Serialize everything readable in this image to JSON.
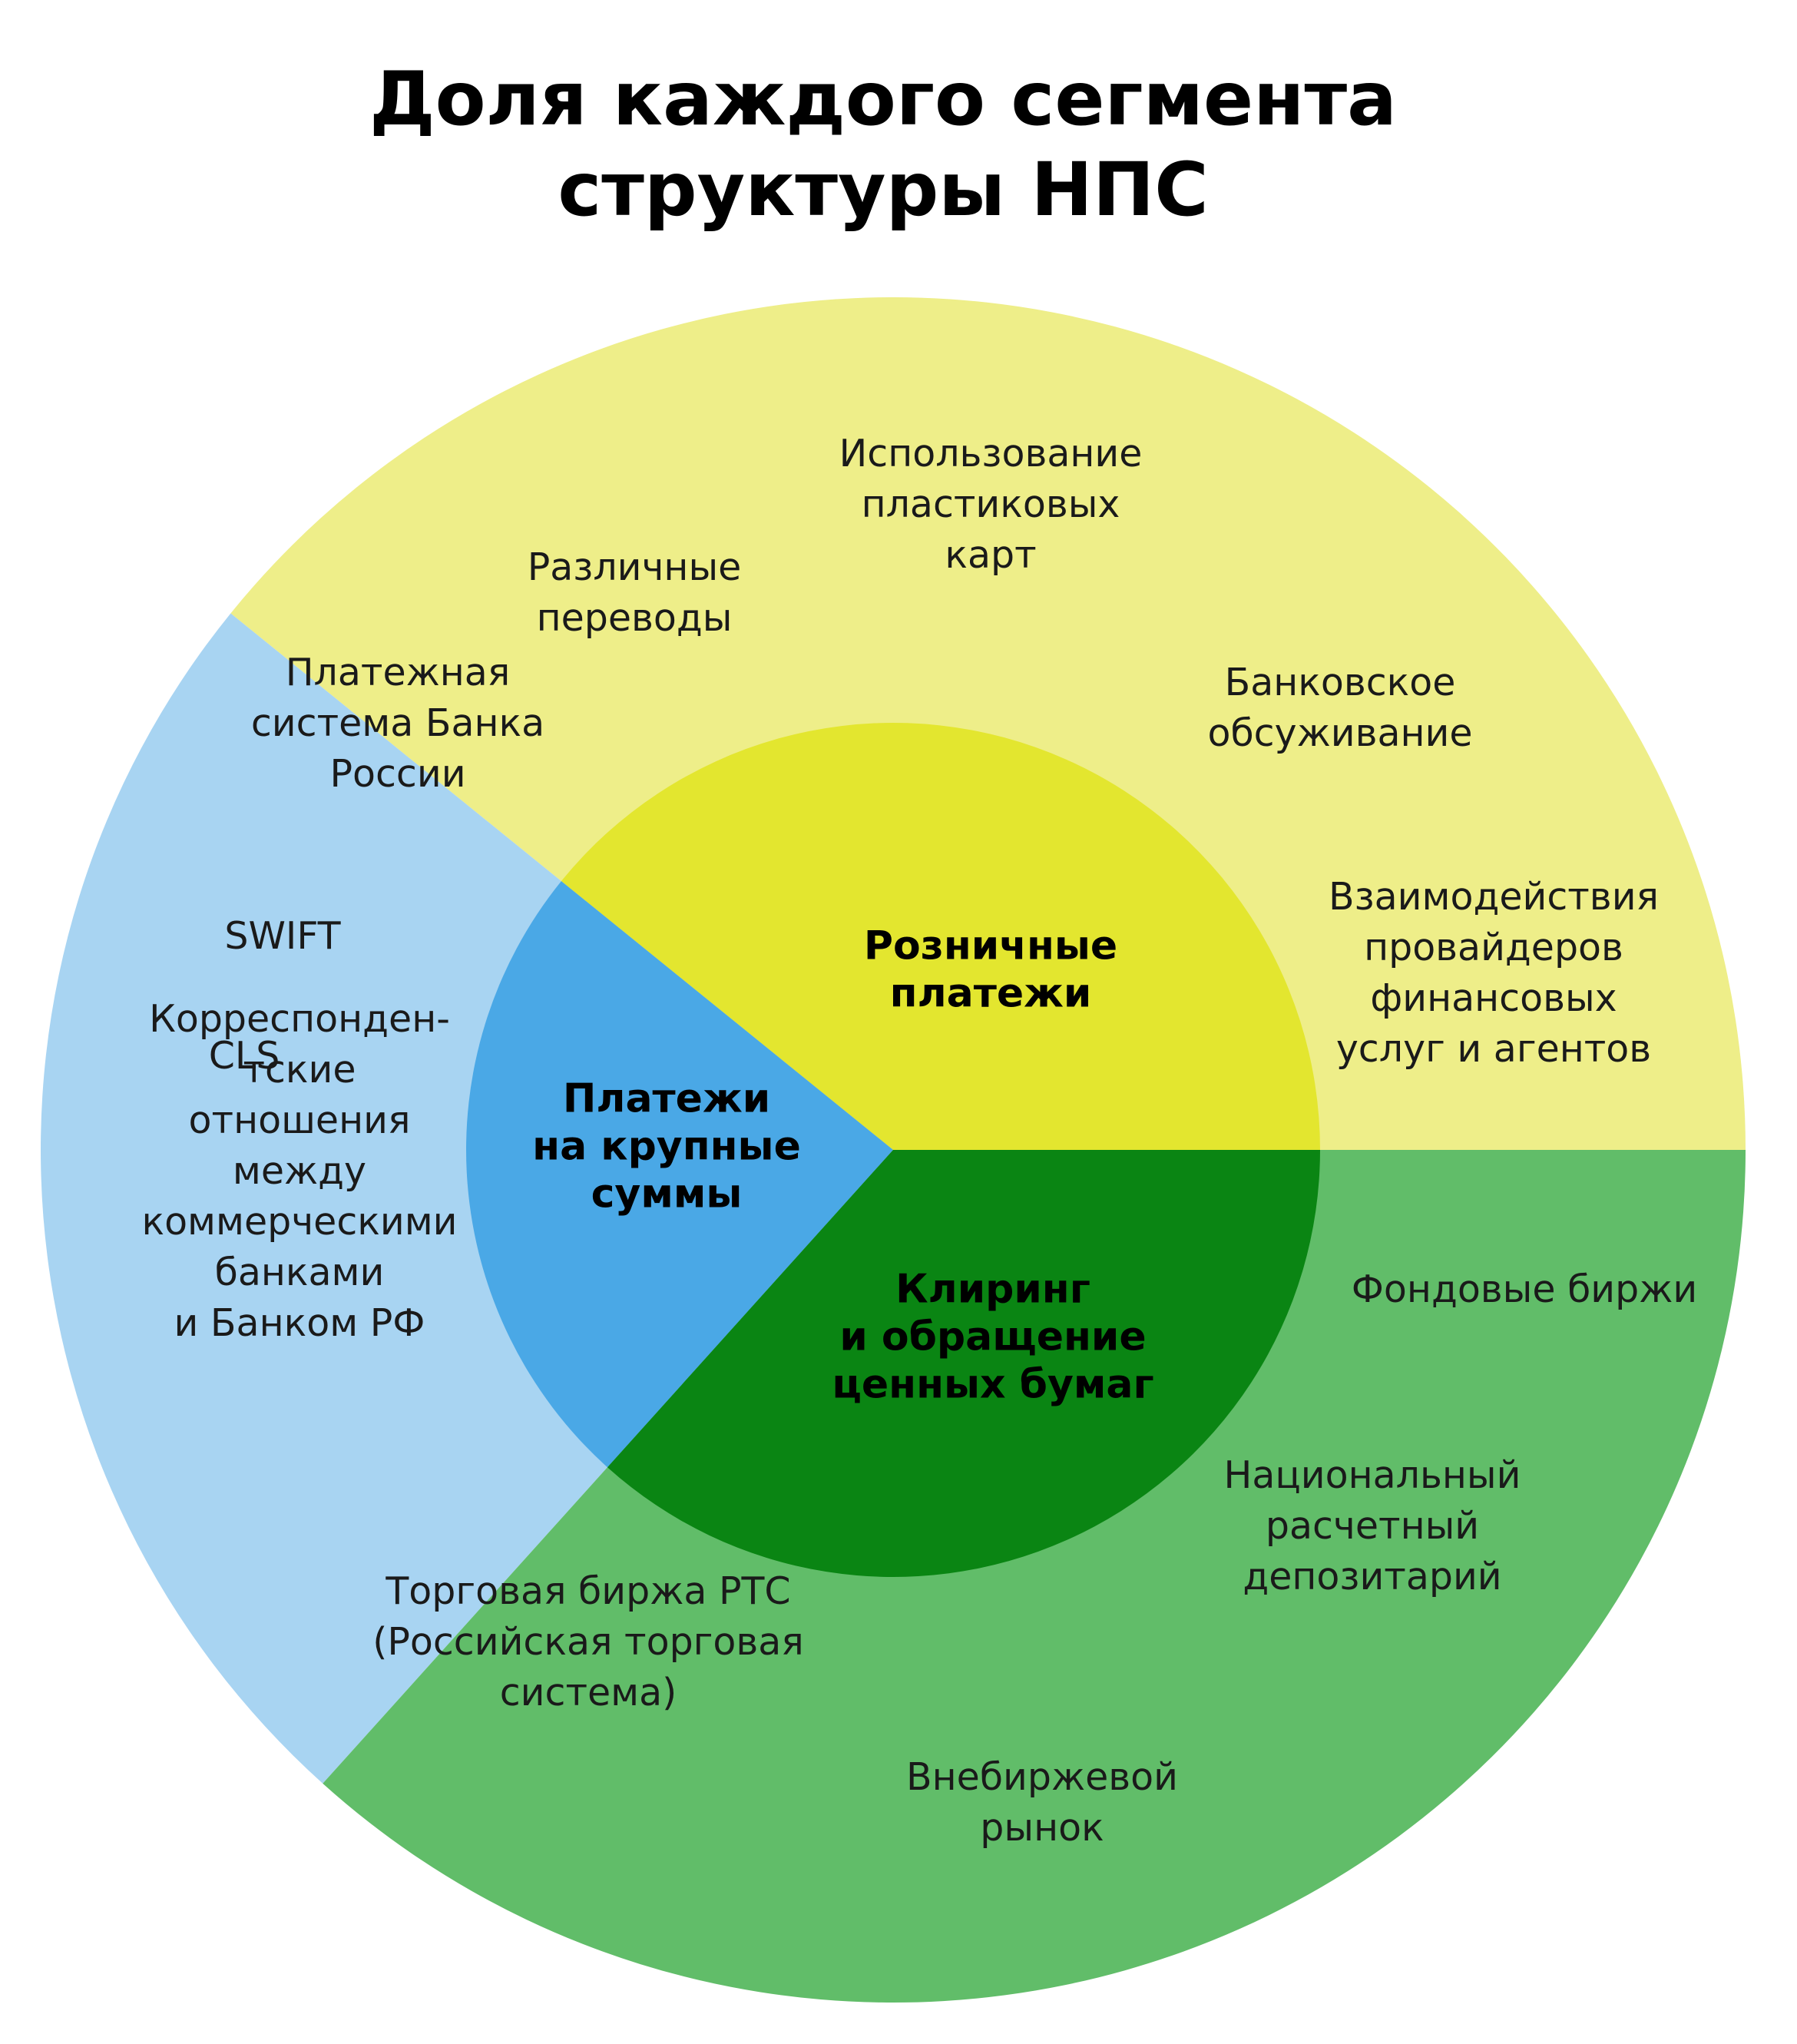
{
  "chart_data": {
    "type": "sunburst",
    "title": {
      "line1": "Доля каждого сегмента",
      "line2": "структуры НПС"
    },
    "segments": [
      {
        "name": "Розничные платежи",
        "label_lines": [
          "Розничные",
          "платежи"
        ],
        "share_deg": 141,
        "inner_color": "#e3e62f",
        "outer_color": "#eeee89",
        "children": [
          {
            "label_lines": [
              "Различные",
              "переводы"
            ]
          },
          {
            "label_lines": [
              "Использование",
              "пластиковых",
              "карт"
            ]
          },
          {
            "label_lines": [
              "Банковское",
              "обсуживание"
            ]
          },
          {
            "label_lines": [
              "Взаимодействия",
              "провайдеров",
              "финансовых",
              "услуг и агентов"
            ]
          }
        ]
      },
      {
        "name": "Платежи на крупные суммы",
        "label_lines": [
          "Платежи",
          "на крупные",
          "суммы"
        ],
        "share_deg": 87,
        "inner_color": "#4aa8e6",
        "outer_color": "#a8d4f2",
        "children": [
          {
            "label_lines": [
              "Платежная",
              "система Банка",
              "России"
            ]
          },
          {
            "label_lines": [
              "SWIFT"
            ]
          },
          {
            "label_lines": [
              "CLS"
            ]
          },
          {
            "label_lines": [
              "Корреспонден-",
              "тские",
              "отношения",
              "между",
              "коммерческими",
              "банками",
              "и Банком РФ"
            ]
          }
        ]
      },
      {
        "name": "Клиринг и обращение ценных бумаг",
        "label_lines": [
          "Клиринг",
          "и обращение",
          "ценных бумаг"
        ],
        "share_deg": 132,
        "inner_color": "#0a8513",
        "outer_color": "#61bd69",
        "children": [
          {
            "label_lines": [
              "Фондовые биржи"
            ]
          },
          {
            "label_lines": [
              "Национальный",
              "расчетный",
              "депозитарий"
            ]
          },
          {
            "label_lines": [
              "Внебиржевой",
              "рынок"
            ]
          },
          {
            "label_lines": [
              "Торговая биржа РТС",
              "(Российская торговая",
              "система)"
            ]
          }
        ]
      }
    ]
  }
}
